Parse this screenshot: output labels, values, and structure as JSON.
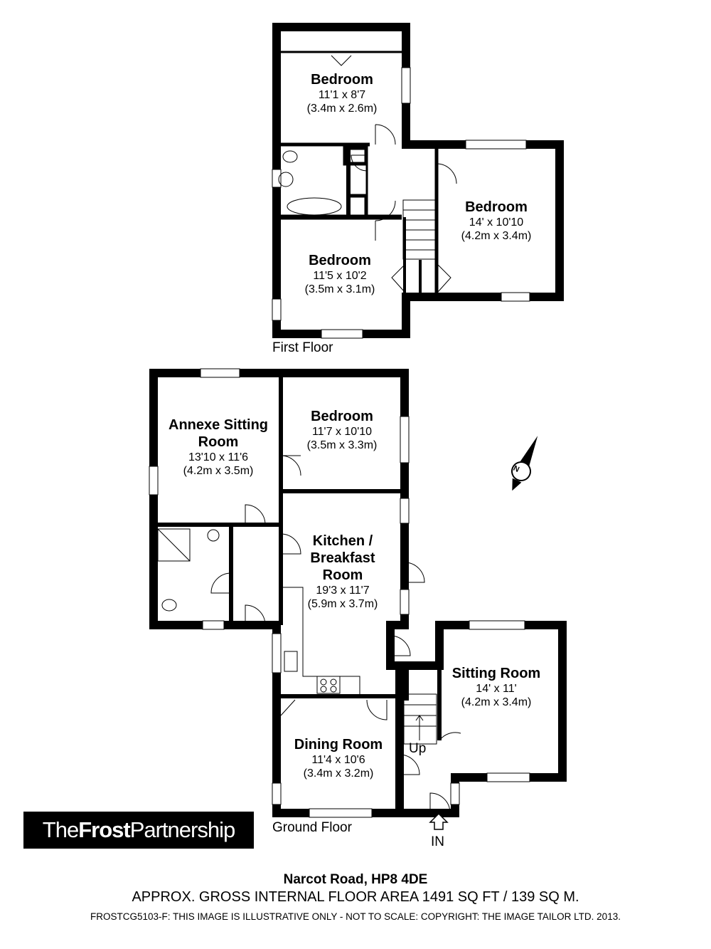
{
  "first_floor": {
    "label": "First Floor",
    "rooms": [
      {
        "name": "Bedroom",
        "imperial": "11'1 x 8'7",
        "metric": "(3.4m x 2.6m)"
      },
      {
        "name": "Bedroom",
        "imperial": "14' x 10'10",
        "metric": "(4.2m x 3.4m)"
      },
      {
        "name": "Bedroom",
        "imperial": "11'5 x 10'2",
        "metric": "(3.5m x 3.1m)"
      }
    ]
  },
  "ground_floor": {
    "label": "Ground Floor",
    "rooms": [
      {
        "name": "Annexe Sitting Room",
        "imperial": "13'10 x 11'6",
        "metric": "(4.2m x 3.5m)"
      },
      {
        "name": "Bedroom",
        "imperial": "11'7 x 10'10",
        "metric": "(3.5m x 3.3m)"
      },
      {
        "name": "Kitchen / Breakfast Room",
        "imperial": "19'3 x 11'7",
        "metric": "(5.9m x 3.7m)"
      },
      {
        "name": "Sitting Room",
        "imperial": "14' x 11'",
        "metric": "(4.2m x 3.4m)"
      },
      {
        "name": "Dining Room",
        "imperial": "11'4 x 10'6",
        "metric": "(3.4m x 3.2m)"
      }
    ],
    "stairs_label": "Up",
    "entrance_label": "IN"
  },
  "compass": {
    "label": "N",
    "icon": "north-arrow-icon"
  },
  "logo": {
    "prefix": "The",
    "bold": "Frost",
    "suffix": "Partnership"
  },
  "footer": {
    "address": "Narcot Road, HP8 4DE",
    "area": "APPROX. GROSS INTERNAL FLOOR AREA 1491 SQ FT / 139 SQ M.",
    "disclaimer": "FROSTCG5103-F: THIS IMAGE IS ILLUSTRATIVE ONLY - NOT TO SCALE: COPYRIGHT: THE IMAGE TAILOR LTD. 2013."
  }
}
